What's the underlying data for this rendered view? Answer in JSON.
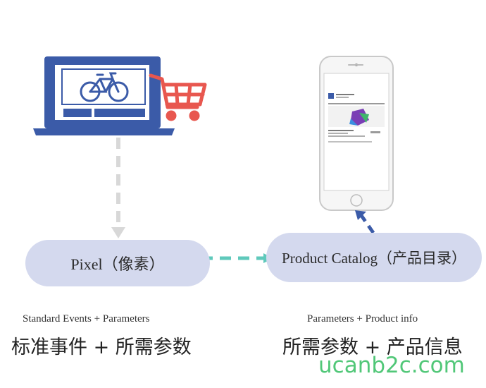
{
  "nodes": {
    "pixel": {
      "label": "Pixel（像素）"
    },
    "catalog": {
      "label": "Product Catalog（产品目录）"
    }
  },
  "captions": {
    "left": {
      "english": "Standard Events + Parameters",
      "chinese": "标准事件 + 所需参数"
    },
    "right": {
      "english": "Parameters + Product info",
      "chinese": "所需参数 + 产品信息"
    }
  },
  "watermark": "ucanb2c.com",
  "icons": {
    "laptop": "laptop-icon",
    "bicycle": "bicycle-icon",
    "cart": "shopping-cart-icon",
    "phone": "smartphone-icon"
  },
  "colors": {
    "laptop_blue": "#3b5ba8",
    "cart_red": "#e8574f",
    "node_fill": "#d4d9ee",
    "arrow_gray": "#d8d8d8",
    "arrow_teal": "#5fc9bb",
    "arrow_blue": "#3b5ba8",
    "watermark_green": "#3fc26a"
  }
}
